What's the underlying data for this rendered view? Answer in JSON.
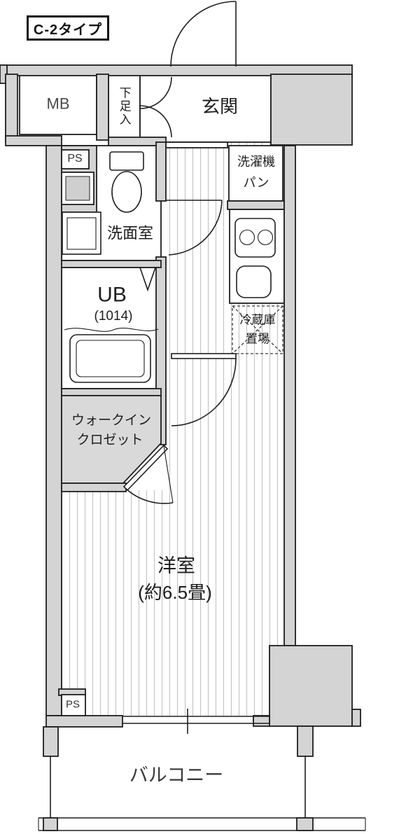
{
  "floorplan": {
    "type_label": "C-2タイプ",
    "labels": {
      "mb": "MB",
      "shoe_cabinet": "下足入",
      "entrance": "玄関",
      "ps_top": "PS",
      "washroom": "洗面室",
      "laundry_line1": "洗濯機",
      "laundry_line2": "パン",
      "unit_bath": "UB",
      "unit_bath_size": "(1014)",
      "fridge_line1": "冷蔵庫",
      "fridge_line2": "置場",
      "wic_line1": "ウォークイン",
      "wic_line2": "クロゼット",
      "western_room": "洋室",
      "western_room_size": "(約6.5畳)",
      "ps_bottom": "PS",
      "balcony": "バルコニー"
    },
    "colors": {
      "wall_fill": "#d4d4d4",
      "outline": "#1f1f1f",
      "floor_stripe": "#bfbfbf",
      "closet_fill": "#d9d9d9"
    }
  }
}
